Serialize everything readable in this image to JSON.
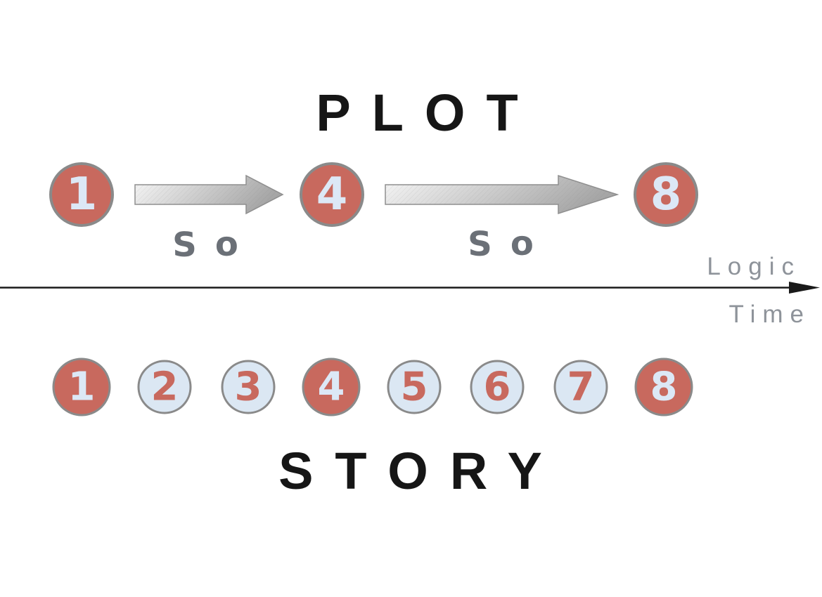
{
  "plot_section": {
    "title": "PLOT",
    "nodes": [
      {
        "label": "1"
      },
      {
        "label": "4"
      },
      {
        "label": "8"
      }
    ],
    "connector_labels": [
      "So",
      "So"
    ]
  },
  "axis": {
    "label_above": "Logic",
    "label_below": "Time"
  },
  "story_section": {
    "title": "STORY",
    "nodes": [
      {
        "label": "1",
        "emphasized": "true"
      },
      {
        "label": "2",
        "emphasized": "false"
      },
      {
        "label": "3",
        "emphasized": "false"
      },
      {
        "label": "4",
        "emphasized": "true"
      },
      {
        "label": "5",
        "emphasized": "false"
      },
      {
        "label": "6",
        "emphasized": "false"
      },
      {
        "label": "7",
        "emphasized": "false"
      },
      {
        "label": "8",
        "emphasized": "true"
      }
    ]
  },
  "colors": {
    "plot_event_fill": "#c8695e",
    "plot_event_text": "#dce8f6",
    "story_beat_fill": "#dbe7f3",
    "story_beat_text": "#c8695e",
    "circle_border": "#8a8a8a",
    "arrow_gradient_start": "#f7f7f7",
    "arrow_gradient_end": "#a6a6a6",
    "arrow_border": "#8f8f8f",
    "axis_line": "#1a1a1a",
    "axis_label_text": "#8e939a",
    "connector_text": "#6b7077",
    "title_text": "#161616",
    "background": "#ffffff"
  }
}
